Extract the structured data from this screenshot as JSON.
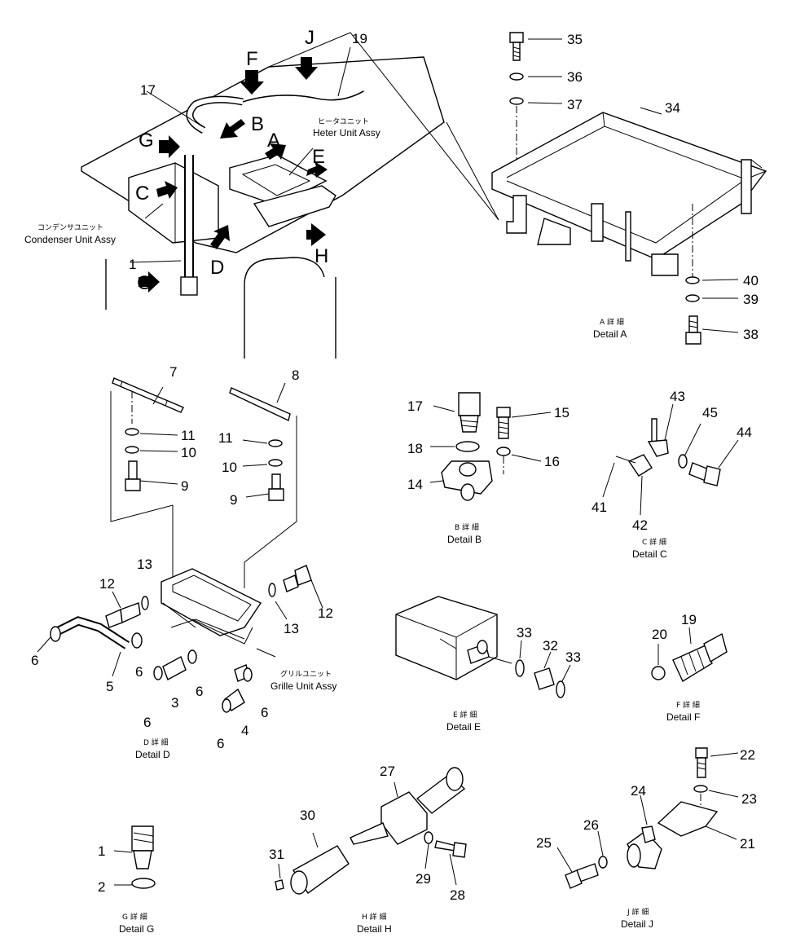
{
  "callouts": {
    "n1": "1",
    "n2": "2",
    "n3": "3",
    "n4": "4",
    "n5": "5",
    "n6": "6",
    "n7": "7",
    "n8": "8",
    "n9": "9",
    "n10": "10",
    "n11": "11",
    "n12": "12",
    "n13": "13",
    "n14": "14",
    "n15": "15",
    "n16": "16",
    "n17": "17",
    "n18": "18",
    "n19": "19",
    "n20": "20",
    "n21": "21",
    "n22": "22",
    "n23": "23",
    "n24": "24",
    "n25": "25",
    "n26": "26",
    "n27": "27",
    "n28": "28",
    "n29": "29",
    "n30": "30",
    "n31": "31",
    "n32": "32",
    "n33": "33",
    "n34": "34",
    "n35": "35",
    "n36": "36",
    "n37": "37",
    "n38": "38",
    "n39": "39",
    "n40": "40",
    "n41": "41",
    "n42": "42",
    "n43": "43",
    "n44": "44",
    "n45": "45"
  },
  "detail_letters": {
    "A": "A",
    "B": "B",
    "C": "C",
    "D": "D",
    "E": "E",
    "F": "F",
    "G": "G",
    "H": "H",
    "J": "J"
  },
  "assembly_labels": {
    "heater_jp": "ヒータユニット",
    "heater_en": "Heter Unit Assy",
    "condenser_jp": "コンデンサユニット",
    "condenser_en": "Condenser Unit Assy",
    "grille_jp": "グリルユニット",
    "grille_en": "Grille Unit Assy"
  },
  "detail_captions": {
    "A_jp": "A 詳 細",
    "A_en": "Detail A",
    "B_jp": "B 詳 細",
    "B_en": "Detail B",
    "C_jp": "C 詳 細",
    "C_en": "Detail C",
    "D_jp": "D 詳 細",
    "D_en": "Detail D",
    "E_jp": "E 詳 細",
    "E_en": "Detail E",
    "F_jp": "F 詳 細",
    "F_en": "Detail F",
    "G_jp": "G 詳 細",
    "G_en": "Detail G",
    "H_jp": "H 詳 細",
    "H_en": "Detail H",
    "J_jp": "J 詳 細",
    "J_en": "Detail J"
  }
}
